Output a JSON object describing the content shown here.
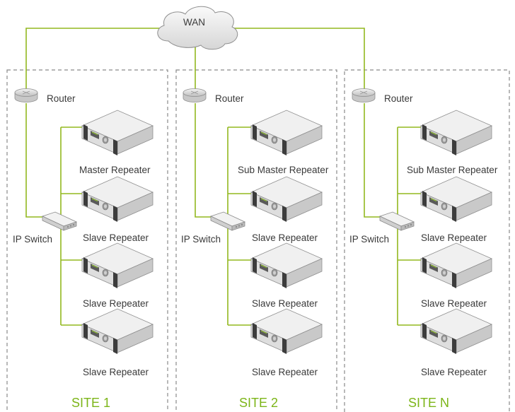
{
  "wan": {
    "label": "WAN"
  },
  "colors": {
    "link": "#93b81f",
    "site_label": "#7cb518",
    "border": "#8a8a8a",
    "device_body": "#ececec",
    "device_face": "#dcdcdc"
  },
  "sites": [
    {
      "name": "SITE 1",
      "router_label": "Router",
      "switch_label": "IP Switch",
      "repeaters": [
        "Master Repeater",
        "Slave Repeater",
        "Slave Repeater",
        "Slave Repeater"
      ]
    },
    {
      "name": "SITE 2",
      "router_label": "Router",
      "switch_label": "IP Switch",
      "repeaters": [
        "Sub Master Repeater",
        "Slave Repeater",
        "Slave Repeater",
        "Slave Repeater"
      ]
    },
    {
      "name": "SITE N",
      "router_label": "Router",
      "switch_label": "IP Switch",
      "repeaters": [
        "Sub Master Repeater",
        "Slave Repeater",
        "Slave Repeater",
        "Slave Repeater"
      ]
    }
  ],
  "icons": {
    "wan": "cloud-icon",
    "router": "router-icon",
    "switch": "ip-switch-icon",
    "repeater": "repeater-icon"
  }
}
